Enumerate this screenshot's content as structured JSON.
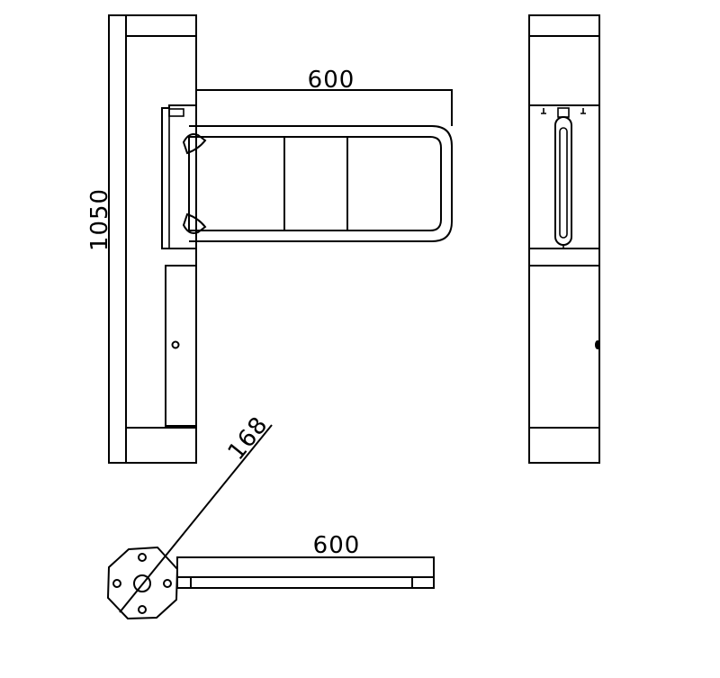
{
  "dimensions": {
    "top_width": "600",
    "height": "1050",
    "diagonal": "168",
    "bottom_width": "600"
  },
  "colors": {
    "line": "#000000",
    "background": "#ffffff"
  }
}
